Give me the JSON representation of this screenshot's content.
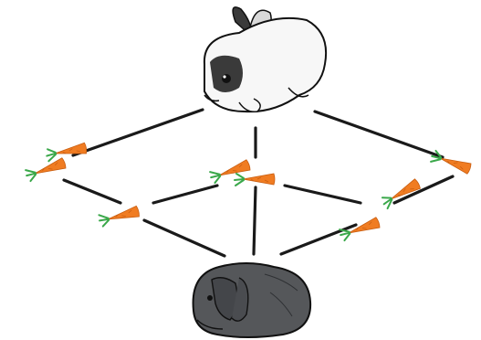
{
  "diagram": {
    "description_nodes": [
      {
        "id": "top-rabbit",
        "icon": "white-rabbit-icon",
        "colors": {
          "fur": "#f7f7f7",
          "patch": "#3a3a3a"
        }
      },
      {
        "id": "bottom-rabbit",
        "icon": "gray-lop-rabbit-icon",
        "colors": {
          "fur": "#55575a"
        }
      },
      {
        "id": "left-carrots",
        "icon": "carrot-pair-icon",
        "count": 2
      },
      {
        "id": "center-carrots",
        "icon": "carrot-pair-icon",
        "count": 2
      },
      {
        "id": "right-carrot",
        "icon": "carrot-icon",
        "count": 1
      },
      {
        "id": "lower-left-carrot",
        "icon": "carrot-icon",
        "count": 1
      },
      {
        "id": "lower-right-carrots",
        "icon": "carrot-pair-icon",
        "count": 2
      }
    ],
    "colors": {
      "carrot": "#f07c22",
      "leaf": "#3aa84a",
      "line": "#1a1a1a"
    }
  }
}
